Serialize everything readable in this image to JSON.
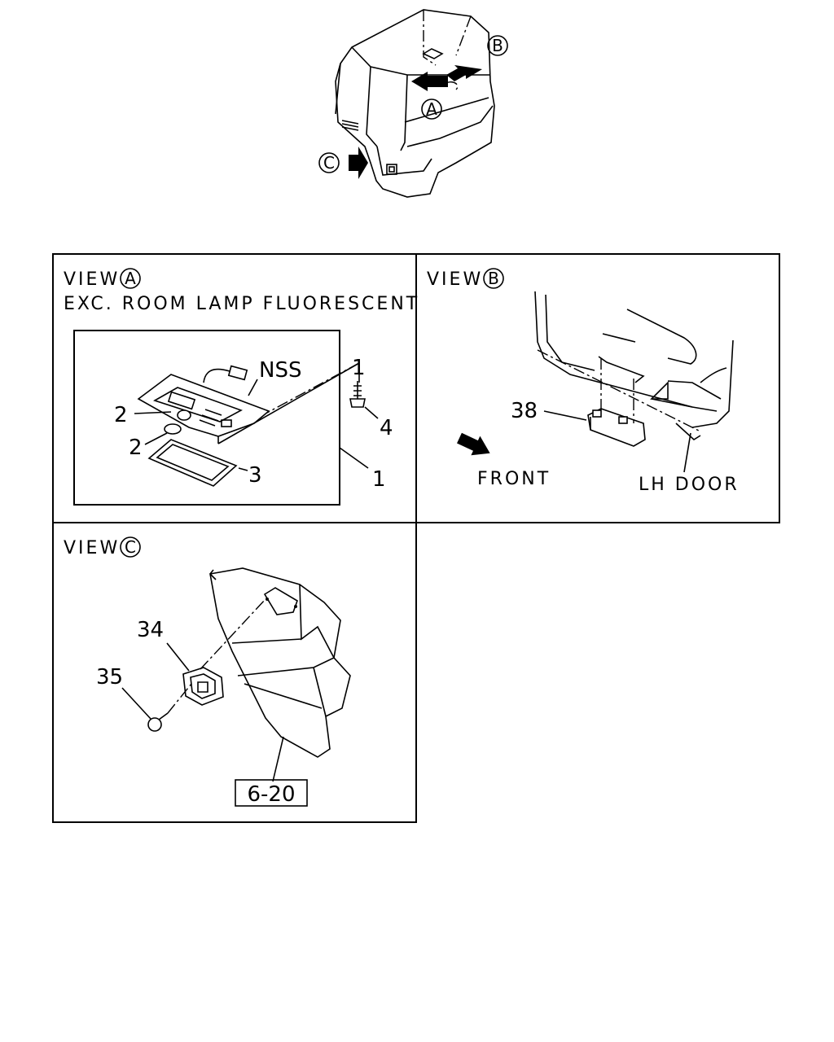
{
  "overview": {
    "callout_a": "A",
    "callout_b": "B",
    "callout_c": "C"
  },
  "view_a": {
    "view_label": "VIEW",
    "view_letter": "A",
    "subtitle": "EXC. ROOM LAMP FLUORESCENT",
    "nss_label": "NSS",
    "callouts": [
      "1",
      "2",
      "2",
      "3",
      "4",
      "1"
    ]
  },
  "view_b": {
    "view_label": "VIEW",
    "view_letter": "B",
    "part_38": "38",
    "front_label": "FRONT",
    "door_label": "LH DOOR"
  },
  "view_c": {
    "view_label": "VIEW",
    "view_letter": "C",
    "part_34": "34",
    "part_35": "35",
    "ref_box": "6-20"
  }
}
